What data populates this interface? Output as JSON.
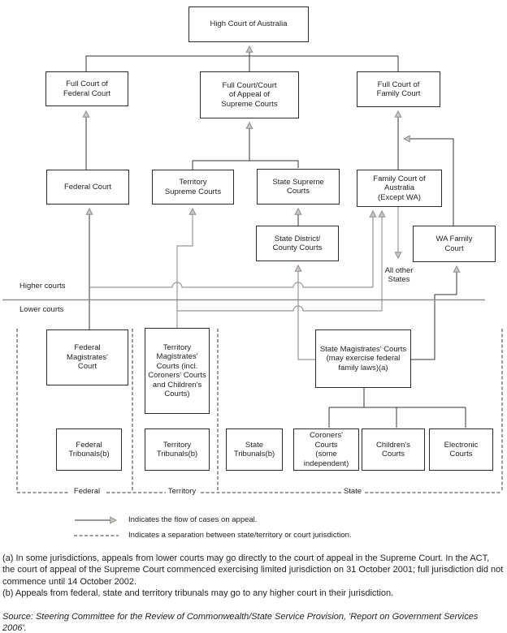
{
  "figure": {
    "boxes": {
      "high_court": "High Court of Australia",
      "full_federal": "Full Court of\nFederal Court",
      "full_supreme": "Full Court/Court\nof Appeal of\nSupreme Courts",
      "full_family": "Full Court of\nFamily Court",
      "federal_court": "Federal Court",
      "territory_supreme": "Territory\nSupreme Courts",
      "state_supreme": "State Supreme\nCourts",
      "family_court": "Family Court of\nAustralia\n(Except WA)",
      "state_district": "State District/\nCounty Courts",
      "wa_family": "WA Family\nCourt",
      "federal_magistrates": "Federal\nMagistrates'\nCourt",
      "territory_magistrates": "Territory\nMagistrates'\nCourts (incl.\nCoroners' Courts\nand Children's\nCourts)",
      "state_magistrates": "State Magistrates' Courts\n(may exercise federal\nfamily laws)(a)",
      "federal_tribunals": "Federal\nTribunals(b)",
      "territory_tribunals": "Territory\nTribunals(b)",
      "state_tribunals": "State\nTribunals(b)",
      "coroners_courts": "Coroners'\nCourts\n(some\nindependent)",
      "childrens_courts": "Children's\nCourts",
      "electronic_courts": "Electronic\nCourts"
    },
    "labels": {
      "higher_courts": "Higher courts",
      "lower_courts": "Lower courts",
      "all_other_states": "All other\nStates",
      "federal": "Federal",
      "territory": "Territory",
      "state": "State"
    },
    "legend": {
      "appeal": "Indicates the flow of cases on appeal.",
      "separation": "Indicates a separation between state/territory or court jurisdiction."
    },
    "footnotes": {
      "a": "(a) In some jurisdictions, appeals from lower courts may go directly to the court of appeal in the Supreme Court. In the ACT, the court of appeal of the Supreme Court commenced exercising limited jurisdiction on 31 October 2001; full jurisdiction did not commence until 14 October 2002.",
      "b": "(b) Appeals from federal, state and territory tribunals may go to any higher court in their jurisdiction."
    },
    "source": "Source: Steering Committee for the Review of Commonwealth/State Service Provision, 'Report on Government Services 2006'."
  }
}
